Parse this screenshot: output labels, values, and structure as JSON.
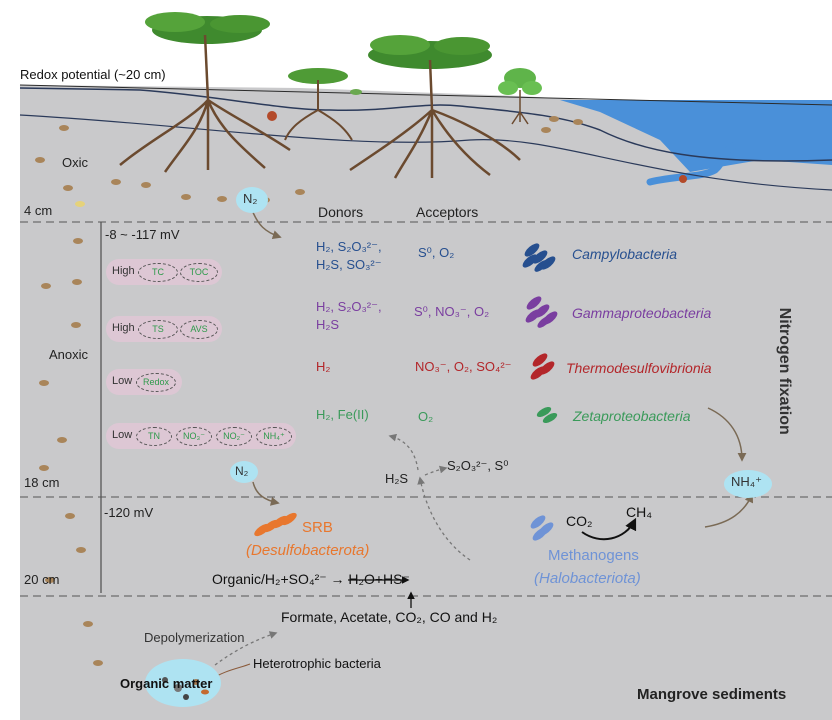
{
  "colors": {
    "sediment": "#c9c9cb",
    "water": "#4a90d9",
    "campylobacteria": "#264f8f",
    "gamma": "#7a3ea0",
    "thermo": "#b3262a",
    "zeta": "#3a9a5a",
    "srb": "#e8772e",
    "methanogens": "#6f93d6",
    "factor_text": "#2e9a4b",
    "factor_pill": "#ddc7d4",
    "bubble": "#aee3f2"
  },
  "labels": {
    "redox_potential": "Redox potential (~20 cm)",
    "oxic": "Oxic",
    "anoxic": "Anoxic",
    "depth_4": "4 cm",
    "depth_18": "18 cm",
    "depth_20": "20 cm",
    "redox_upper": "-8 ~ -117 mV",
    "redox_lower": "-120 mV",
    "nitrogen_fixation": "Nitrogen fixation",
    "mangrove_sediments": "Mangrove sediments",
    "donors_header": "Donors",
    "acceptors_header": "Acceptors"
  },
  "factors": [
    {
      "level": "High",
      "items": [
        "TC",
        "TOC"
      ]
    },
    {
      "level": "High",
      "items": [
        "TS",
        "AVS"
      ]
    },
    {
      "level": "Low",
      "items": [
        "Redox"
      ]
    },
    {
      "level": "Low",
      "items": [
        "TN",
        "NO₃⁻",
        "NO₂⁻",
        "NH₄⁺"
      ]
    }
  ],
  "chem": {
    "n2": "N₂",
    "nh4": "NH₄⁺",
    "h2s": "H₂S",
    "s2o3_s0": "S₂O₃²⁻, S⁰",
    "co2": "CO₂",
    "ch4": "CH₄",
    "srb_equation": "Organic/H₂+SO₄²⁻ → H₂O+HS⁻",
    "products": "Formate, Acetate, CO₂, CO and H₂",
    "depolymerization": "Depolymerization",
    "heterotrophic": "Heterotrophic bacteria",
    "organic_matter": "Organic matter"
  },
  "bacteria_rows": [
    {
      "donors_1": "H₂, S₂O₃²⁻,",
      "donors_2": "H₂S, SO₃²⁻",
      "acceptors": "S⁰, O₂",
      "name": "Campylobacteria"
    },
    {
      "donors_1": "H₂, S₂O₃²⁻,",
      "donors_2": "H₂S",
      "acceptors": "S⁰, NO₃⁻, O₂",
      "name": "Gammaproteobacteria"
    },
    {
      "donors_1": "H₂",
      "donors_2": "",
      "acceptors": "NO₃⁻, O₂, SO₄²⁻",
      "name": "Thermodesulfovibrionia"
    },
    {
      "donors_1": "H₂, Fe(II)",
      "donors_2": "",
      "acceptors": "O₂",
      "name": "Zetaproteobacteria"
    }
  ],
  "srb": {
    "name": "SRB",
    "taxon": "(Desulfobacterota)"
  },
  "methanogens": {
    "name": "Methanogens",
    "taxon": "(Halobacteriota)"
  }
}
